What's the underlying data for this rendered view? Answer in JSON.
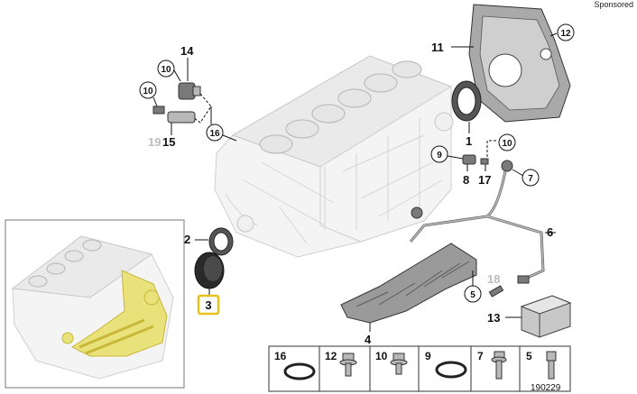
{
  "sponsored": "Sponsored",
  "diagram_code": "190229",
  "callouts": {
    "c1": "1",
    "c2": "2",
    "c3": "3",
    "c4": "4",
    "c5": "5",
    "c6": "6",
    "c7": "7",
    "c8": "8",
    "c9": "9",
    "c10a": "10",
    "c10b": "10",
    "c10c": "10",
    "c11": "11",
    "c12": "12",
    "c13": "13",
    "c14": "14",
    "c15": "15",
    "c16": "16",
    "c17": "17",
    "c18": "18",
    "c19": "19"
  },
  "legend": [
    "16",
    "12",
    "10",
    "9",
    "7",
    "5"
  ],
  "highlight_color": "#e8c21c",
  "inset_highlight_color": "#e9e27a"
}
